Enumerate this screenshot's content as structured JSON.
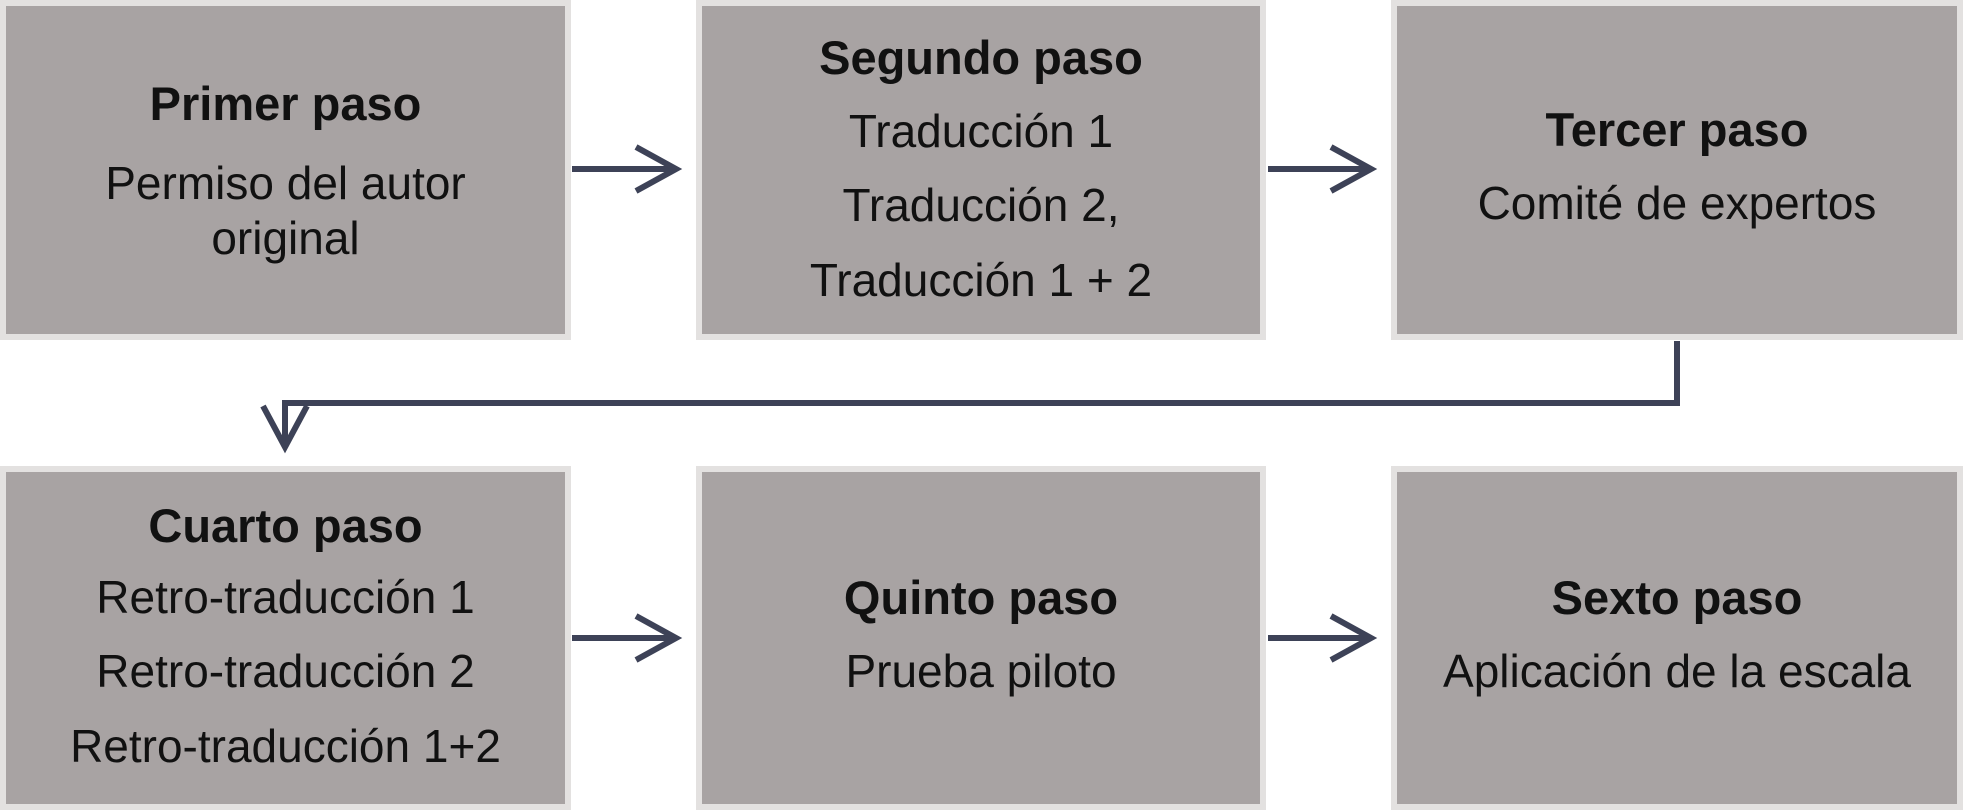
{
  "steps": [
    {
      "title": "Primer paso",
      "lines": [
        "Permiso del autor",
        "original"
      ]
    },
    {
      "title": "Segundo paso",
      "lines": [
        "Traducción 1",
        "Traducción 2,",
        "Traducción 1 + 2"
      ]
    },
    {
      "title": "Tercer paso",
      "lines": [
        "Comité de expertos"
      ]
    },
    {
      "title": "Cuarto paso",
      "lines": [
        "Retro-traducción 1",
        "Retro-traducción 2",
        "Retro-traducción 1+2"
      ]
    },
    {
      "title": "Quinto paso",
      "lines": [
        "Prueba piloto"
      ]
    },
    {
      "title": "Sexto paso",
      "lines": [
        "Aplicación de la escala"
      ]
    }
  ],
  "colors": {
    "box_fill": "#a8a3a3",
    "box_border": "#e3e1e0",
    "text": "#111111",
    "arrow": "#3d4257"
  }
}
